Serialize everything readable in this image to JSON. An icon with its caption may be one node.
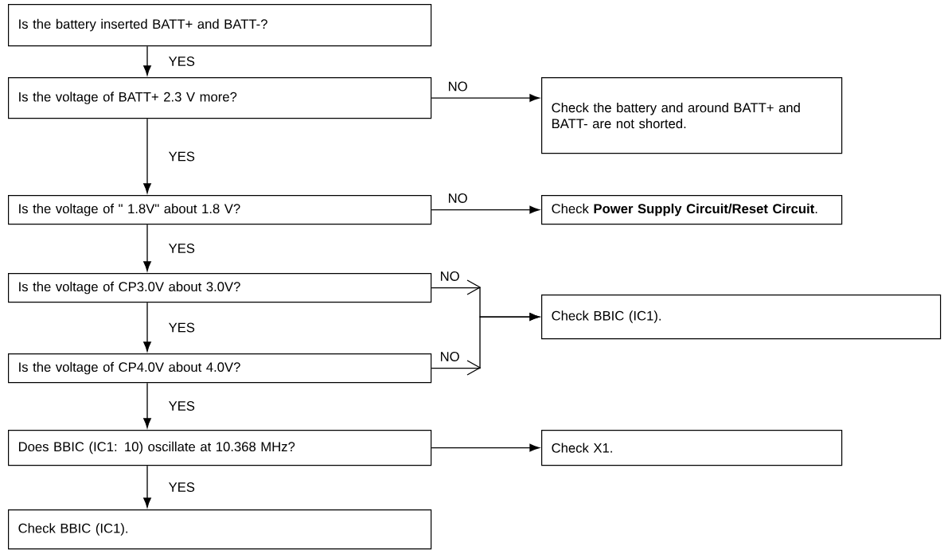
{
  "diagram": {
    "nodes": [
      {
        "text": [
          "Is the battery inserted BATT+ and BATT-?"
        ]
      },
      {
        "text": [
          "Is the voltage of  BATT+ 2.3 V more?"
        ]
      },
      {
        "text": [
          "Check the battery and around BATT+ and BATT- are not shorted."
        ]
      },
      {
        "text": [
          "Is the voltage of \" 1.8V\"  about 1.8 V?"
        ]
      },
      {
        "text": [
          "Check **Power Supply Circuit/Reset Circuit**."
        ]
      },
      {
        "text": [
          "Is the voltage of CP3.0V about 3.0V?"
        ]
      },
      {
        "text": [
          "Check BBIC (IC1)."
        ]
      },
      {
        "text": [
          "Is the voltage of CP4.0V about 4.0V?"
        ]
      },
      {
        "text": [
          "Does BBIC (IC1: 10) oscillate at 10.368 MHz?"
        ]
      },
      {
        "text": [
          "Check X1."
        ]
      },
      {
        "text": [
          "Check BBIC (IC1)."
        ]
      }
    ],
    "edges": [
      {
        "from": 0,
        "to": 1,
        "arrow": "to",
        "label": "YES"
      },
      {
        "from": 1,
        "to": 2,
        "arrow": "to",
        "label": "NO"
      },
      {
        "from": 1,
        "to": 3,
        "arrow": "to",
        "label": "YES"
      },
      {
        "from": 3,
        "to": 4,
        "arrow": "to",
        "label": "NO"
      },
      {
        "from": 3,
        "to": 5,
        "arrow": "to",
        "label": "YES"
      },
      {
        "from": 5,
        "to": 6,
        "arrow": "to",
        "label": "NO"
      },
      {
        "from": 5,
        "to": 7,
        "arrow": "to",
        "label": "YES"
      },
      {
        "from": 7,
        "to": 6,
        "arrow": "to",
        "label": "NO"
      },
      {
        "from": 7,
        "to": 8,
        "arrow": "to",
        "label": "YES"
      },
      {
        "from": 8,
        "to": 9,
        "arrow": "to"
      },
      {
        "from": 8,
        "to": 10,
        "arrow": "to",
        "label": "YES"
      }
    ]
  }
}
